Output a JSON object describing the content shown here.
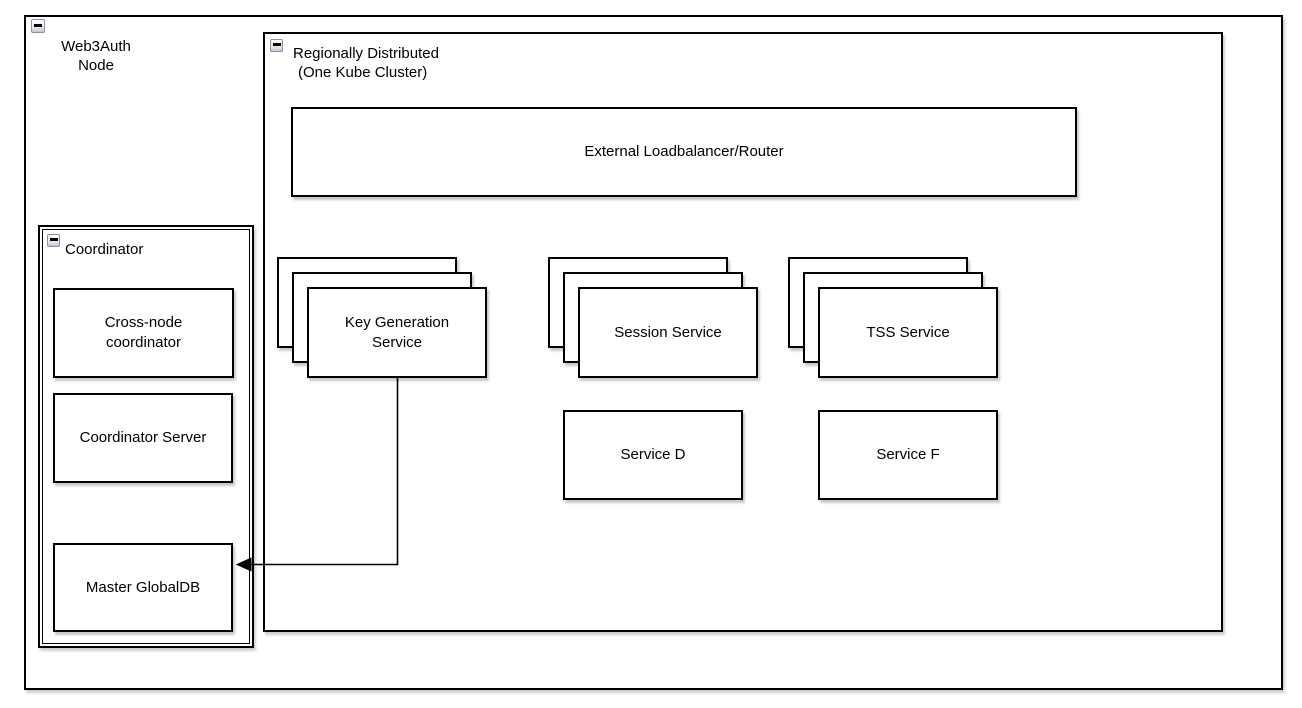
{
  "icons": {
    "collapse": "collapse-minus"
  },
  "colors": {
    "stroke": "#000000",
    "fill": "#ffffff",
    "shadow": "#787878"
  },
  "web3auth_container": {
    "label_line1": "Web3Auth",
    "label_line2": "Node"
  },
  "region_container": {
    "label_line1": "Regionally Distributed",
    "label_line2": "(One Kube Cluster)"
  },
  "loadbalancer": {
    "label": "External Loadbalancer/Router"
  },
  "service_stacks": [
    {
      "label": "Key Generation Service"
    },
    {
      "label": "Session Service"
    },
    {
      "label": "TSS Service"
    }
  ],
  "single_services": [
    {
      "label": "Service D"
    },
    {
      "label": "Service F"
    }
  ],
  "coordinator_container": {
    "label": "Coordinator",
    "boxes": [
      {
        "label": "Cross-node coordinator"
      },
      {
        "label": "Coordinator Server"
      },
      {
        "label": "Master GlobalDB"
      }
    ]
  },
  "edges": [
    {
      "from": "Key Generation Service",
      "to": "Master GlobalDB",
      "style": "orthogonal-arrow"
    }
  ]
}
